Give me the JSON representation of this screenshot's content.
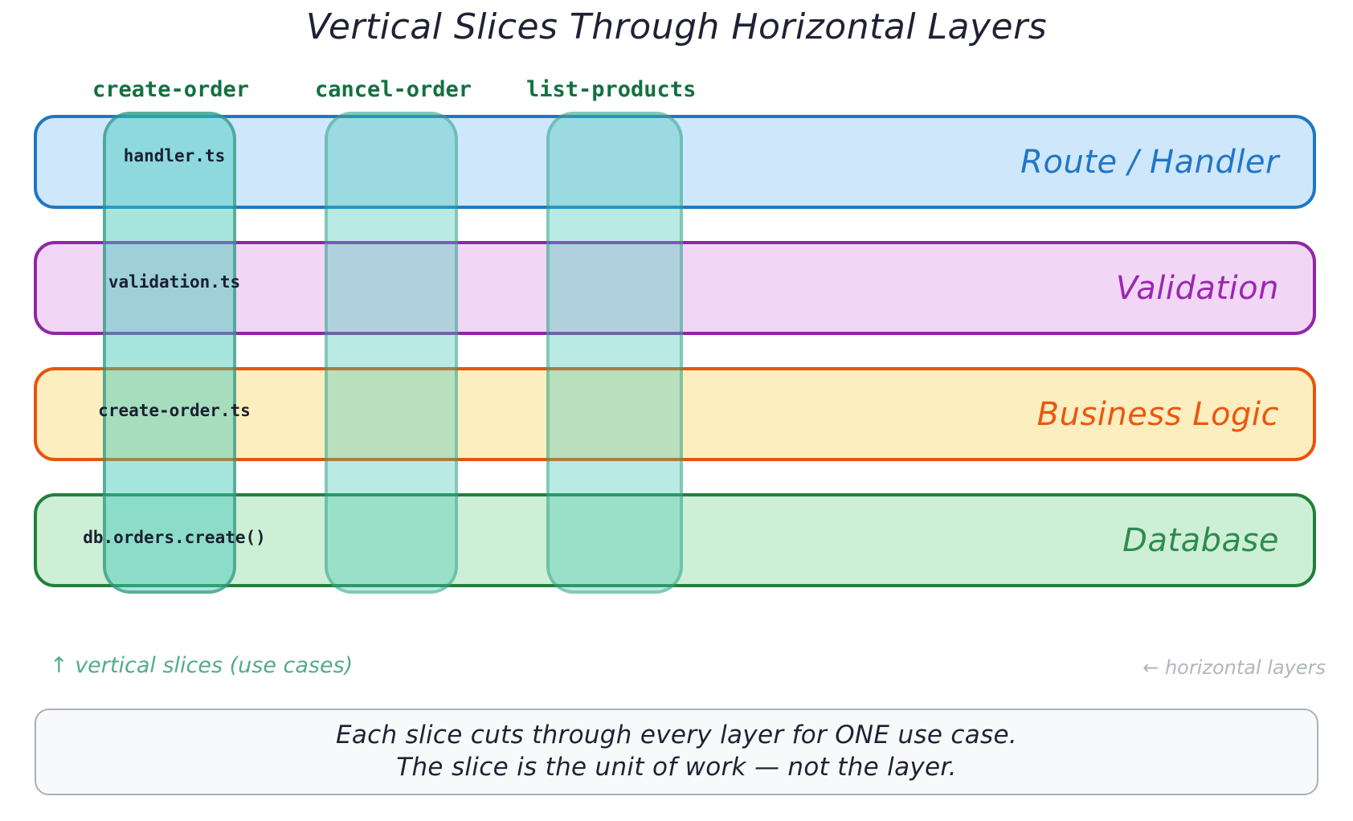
{
  "title": "Vertical Slices Through Horizontal Layers",
  "layers": [
    {
      "id": "route",
      "label": "Route / Handler",
      "file": "handler.ts",
      "fill": "#cfe7fb",
      "stroke": "#1f77c4",
      "text_color": "#2176c7"
    },
    {
      "id": "validation",
      "label": "Validation",
      "file": "validation.ts",
      "fill": "#f1d6f6",
      "stroke": "#9126a8",
      "text_color": "#9c27b0"
    },
    {
      "id": "business",
      "label": "Business Logic",
      "file": "create-order.ts",
      "fill": "#fdeec0",
      "stroke": "#e8540c",
      "text_color": "#ea580c"
    },
    {
      "id": "database",
      "label": "Database",
      "file": "db.orders.create()",
      "fill": "#cdefd5",
      "stroke": "#21803b",
      "text_color": "#2e8b4f"
    }
  ],
  "slices": [
    {
      "id": "create-order",
      "label": "create-order",
      "primary": true
    },
    {
      "id": "cancel-order",
      "label": "cancel-order",
      "primary": false
    },
    {
      "id": "list-products",
      "label": "list-products",
      "primary": false
    }
  ],
  "annotations": {
    "vertical": "↑ vertical slices (use cases)",
    "horizontal": "← horizontal layers",
    "vertical_color": "#55ab8a",
    "horizontal_color": "#b0b6bd"
  },
  "caption": {
    "line1": "Each slice cuts through every layer for ONE use case.",
    "line2": "The slice is the unit of work — not the layer."
  },
  "colors": {
    "slice_fill": "rgba(64,196,180,0.36)",
    "slice_fill_primary": "rgba(64,200,185,0.46)",
    "slice_label": "#12713f",
    "title": "#1f2235",
    "caption_bg": "#f8f9fa",
    "caption_border": "#a9b0b8"
  }
}
